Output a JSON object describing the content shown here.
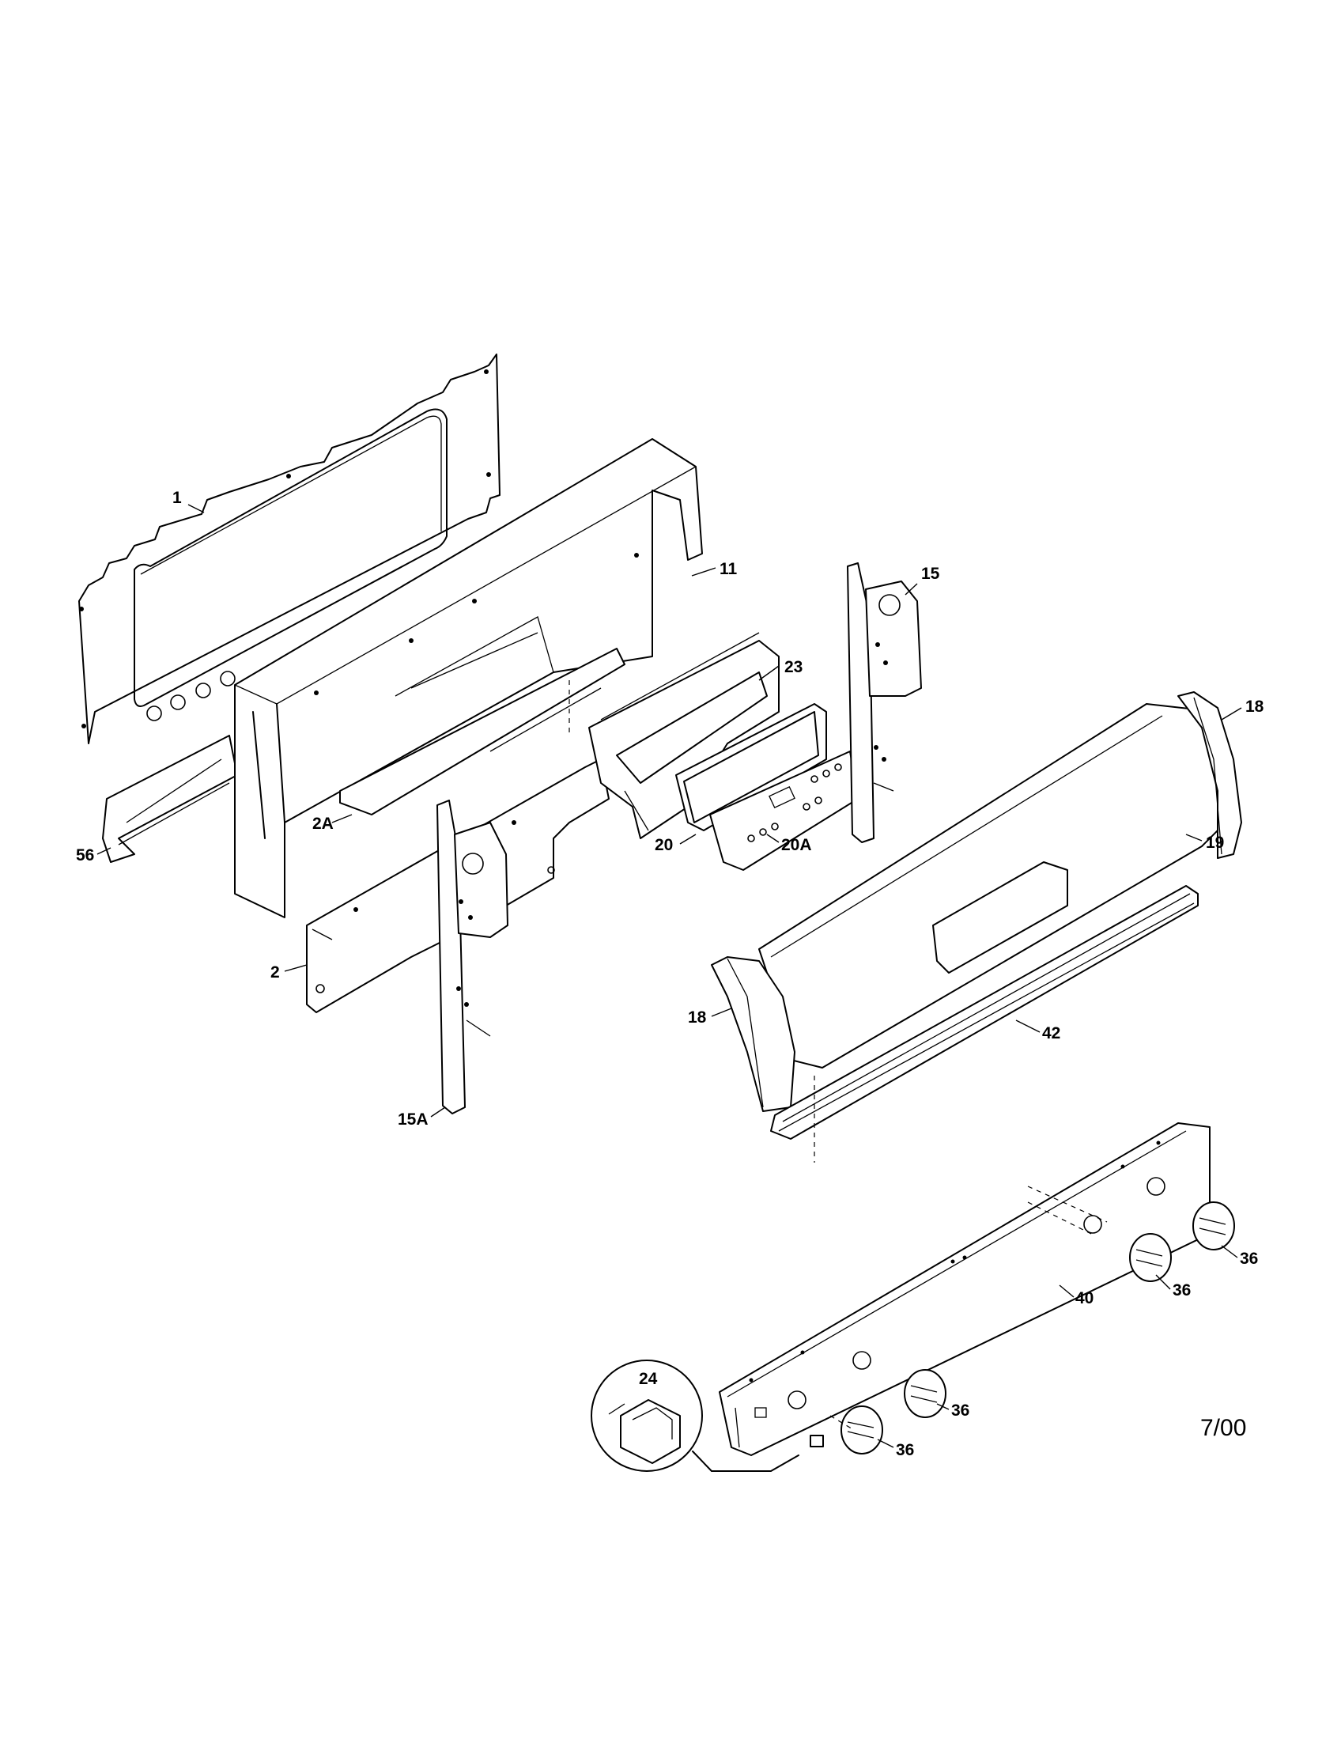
{
  "callouts": {
    "c1": "1",
    "c11": "11",
    "c15": "15",
    "c23": "23",
    "c18_top": "18",
    "c56": "56",
    "c2A": "2A",
    "c20": "20",
    "c20A": "20A",
    "c19": "19",
    "c2": "2",
    "c18_left": "18",
    "c42": "42",
    "c15A": "15A",
    "c36_a": "36",
    "c36_b": "36",
    "c40": "40",
    "c24": "24",
    "c36_c": "36",
    "c36_d": "36"
  },
  "revision_date": "7/00"
}
